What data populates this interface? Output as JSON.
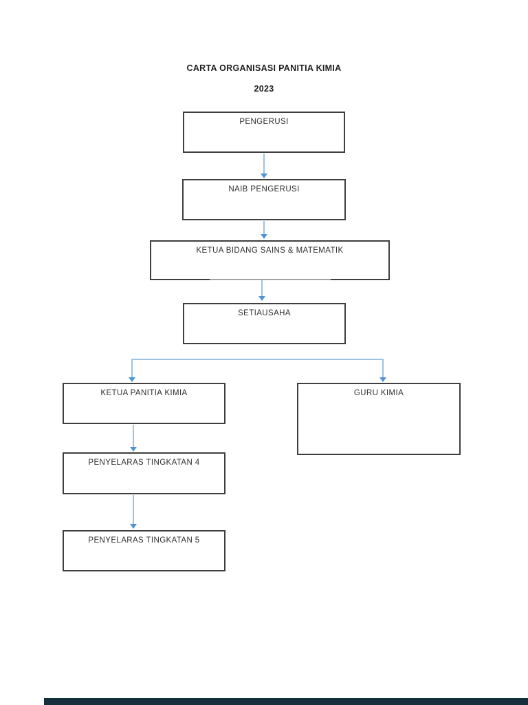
{
  "page": {
    "title_line1": "CARTA ORGANISASI PANITIA KIMIA",
    "title_line2": "2023"
  },
  "org": {
    "type": "org-chart",
    "nodes": [
      {
        "id": "pengerusi",
        "label": "PENGERUSI",
        "parent": null
      },
      {
        "id": "naib-pengerusi",
        "label": "NAIB PENGERUSI",
        "parent": "pengerusi"
      },
      {
        "id": "ketua-bidang",
        "label": "KETUA BIDANG SAINS & MATEMATIK",
        "parent": "naib-pengerusi"
      },
      {
        "id": "setiausaha",
        "label": "SETIAUSAHA",
        "parent": "ketua-bidang"
      },
      {
        "id": "ketua-panitia",
        "label": "KETUA PANITIA KIMIA",
        "parent": "setiausaha"
      },
      {
        "id": "guru-kimia",
        "label": "GURU KIMIA",
        "parent": "setiausaha"
      },
      {
        "id": "penyelaras-t4",
        "label": "PENYELARAS TINGKATAN 4",
        "parent": "ketua-panitia"
      },
      {
        "id": "penyelaras-t5",
        "label": "PENYELARAS TINGKATAN 5",
        "parent": "penyelaras-t4"
      }
    ]
  },
  "colors": {
    "box_border": "#3e3e3e",
    "connector_line": "#9cc2e5",
    "arrowhead": "#4f94d4",
    "text": "#2f2f2f",
    "title_text": "#1f1f1f",
    "bottom_bar": "#15303c"
  }
}
